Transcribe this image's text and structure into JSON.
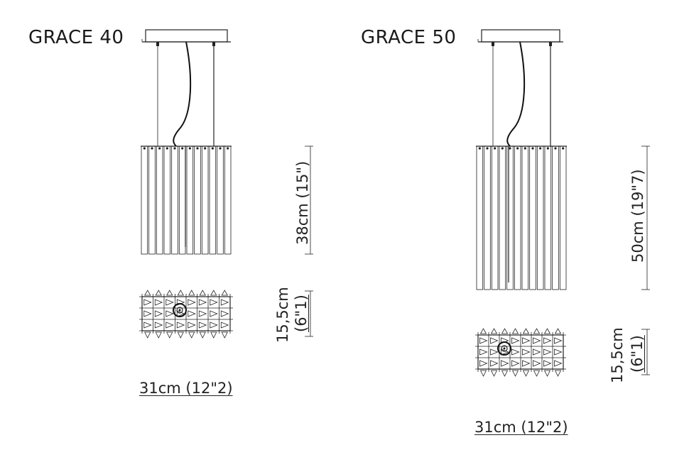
{
  "products": [
    {
      "id": "grace40",
      "title": "GRACE 40",
      "height_label": "38cm (15\")",
      "plan_depth_label": "15,5cm",
      "plan_depth_inch_label": "(6\"1)",
      "width_label": "31cm (12\"2)"
    },
    {
      "id": "grace50",
      "title": "GRACE 50",
      "height_label": "50cm (19\"7)",
      "plan_depth_label": "15,5cm",
      "plan_depth_inch_label": "(6\"1)",
      "width_label": "31cm (12\"2)"
    }
  ],
  "colors": {
    "ink": "#222222",
    "background": "#ffffff"
  }
}
